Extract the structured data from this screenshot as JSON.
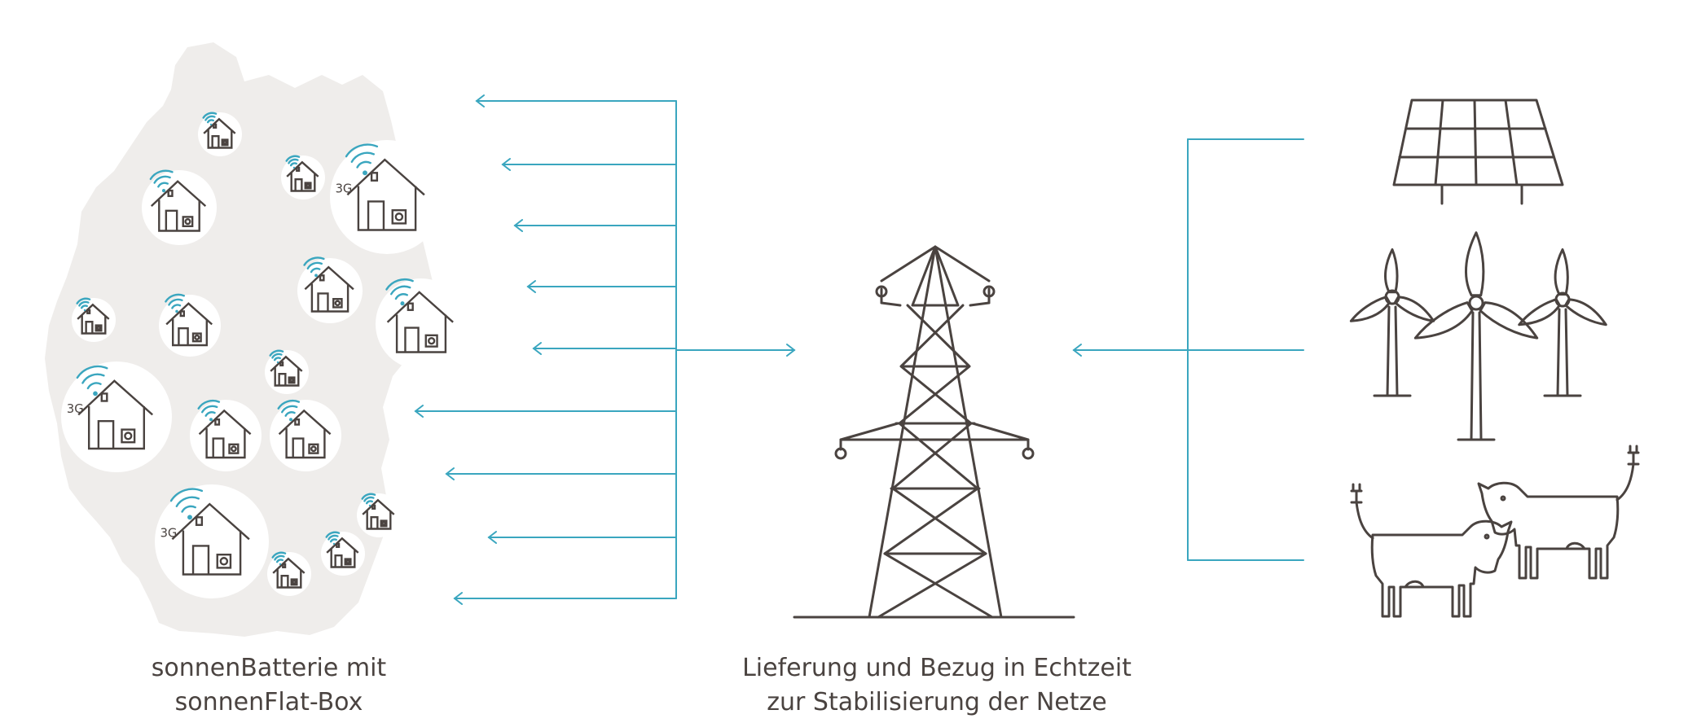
{
  "captions": {
    "left_line1": "sonnenBatterie mit",
    "left_line2": "sonnenFlat-Box",
    "center_line1": "Lieferung und Bezug in Echtzeit",
    "center_line2": "zur Stabilisierung der Netze"
  },
  "network_label": "3G",
  "colors": {
    "map": "#efedeb",
    "circle": "#ffffff",
    "line": "#3aa6bf",
    "icon": "#4a4340",
    "signal": "#3aa6bf"
  },
  "icons": {
    "houses": "house-with-battery-icon",
    "pylon": "power-pylon-icon",
    "solar": "solar-panel-icon",
    "wind": "wind-turbine-icon",
    "cows": "biogas-cow-icon"
  }
}
